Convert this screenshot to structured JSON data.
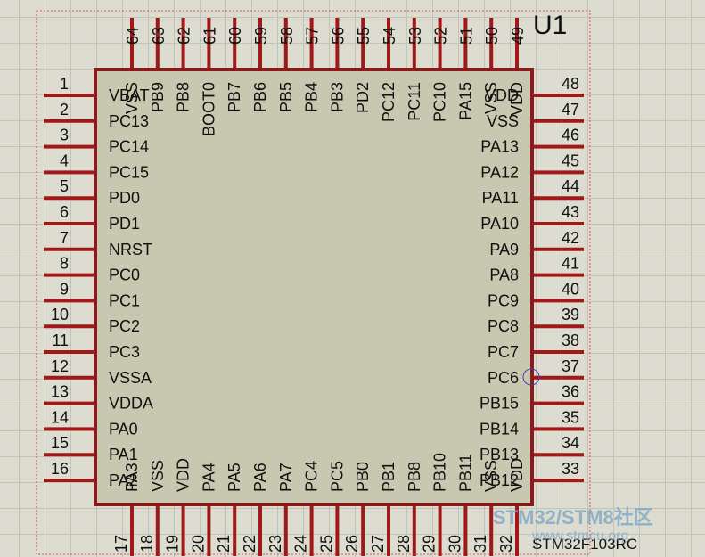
{
  "component": {
    "designator": "U1",
    "part_name": "STM32F103RC"
  },
  "watermark": {
    "brand": "STM32/STM8社区",
    "url": "www.stmcu.org"
  },
  "colors": {
    "background": "#dcdcd0",
    "grid": "#c4c4b4",
    "body_fill": "#c8c8b0",
    "outline": "#8b1a1a",
    "pin": "#a01818",
    "text": "#101010",
    "boundary": "#e05050",
    "watermark": "#7fa7c8",
    "probe_marker": "#4040c0"
  },
  "pins": {
    "left": [
      {
        "num": "1",
        "name": "VBAT"
      },
      {
        "num": "2",
        "name": "PC13"
      },
      {
        "num": "3",
        "name": "PC14"
      },
      {
        "num": "4",
        "name": "PC15"
      },
      {
        "num": "5",
        "name": "PD0"
      },
      {
        "num": "6",
        "name": "PD1"
      },
      {
        "num": "7",
        "name": "NRST"
      },
      {
        "num": "8",
        "name": "PC0"
      },
      {
        "num": "9",
        "name": "PC1"
      },
      {
        "num": "10",
        "name": "PC2"
      },
      {
        "num": "11",
        "name": "PC3"
      },
      {
        "num": "12",
        "name": "VSSA"
      },
      {
        "num": "13",
        "name": "VDDA"
      },
      {
        "num": "14",
        "name": "PA0"
      },
      {
        "num": "15",
        "name": "PA1"
      },
      {
        "num": "16",
        "name": "PA2"
      }
    ],
    "bottom": [
      {
        "num": "17",
        "name": "PA3"
      },
      {
        "num": "18",
        "name": "VSS"
      },
      {
        "num": "19",
        "name": "VDD"
      },
      {
        "num": "20",
        "name": "PA4"
      },
      {
        "num": "21",
        "name": "PA5"
      },
      {
        "num": "22",
        "name": "PA6"
      },
      {
        "num": "23",
        "name": "PA7"
      },
      {
        "num": "24",
        "name": "PC4"
      },
      {
        "num": "25",
        "name": "PC5"
      },
      {
        "num": "26",
        "name": "PB0"
      },
      {
        "num": "27",
        "name": "PB1"
      },
      {
        "num": "28",
        "name": "PB8"
      },
      {
        "num": "29",
        "name": "PB10"
      },
      {
        "num": "30",
        "name": "PB11"
      },
      {
        "num": "31",
        "name": "VSS"
      },
      {
        "num": "32",
        "name": "VDD"
      }
    ],
    "right": [
      {
        "num": "33",
        "name": "PB12"
      },
      {
        "num": "34",
        "name": "PB13"
      },
      {
        "num": "35",
        "name": "PB14"
      },
      {
        "num": "36",
        "name": "PB15"
      },
      {
        "num": "37",
        "name": "PC6"
      },
      {
        "num": "38",
        "name": "PC7"
      },
      {
        "num": "39",
        "name": "PC8"
      },
      {
        "num": "40",
        "name": "PC9"
      },
      {
        "num": "41",
        "name": "PA8"
      },
      {
        "num": "42",
        "name": "PA9"
      },
      {
        "num": "43",
        "name": "PA10"
      },
      {
        "num": "44",
        "name": "PA11"
      },
      {
        "num": "45",
        "name": "PA12"
      },
      {
        "num": "46",
        "name": "PA13"
      },
      {
        "num": "47",
        "name": "VSS"
      },
      {
        "num": "48",
        "name": "VDD"
      }
    ],
    "top": [
      {
        "num": "49",
        "name": "VDD"
      },
      {
        "num": "50",
        "name": "VSS"
      },
      {
        "num": "51",
        "name": "PA15"
      },
      {
        "num": "52",
        "name": "PC10"
      },
      {
        "num": "53",
        "name": "PC11"
      },
      {
        "num": "54",
        "name": "PC12"
      },
      {
        "num": "55",
        "name": "PD2"
      },
      {
        "num": "56",
        "name": "PB3"
      },
      {
        "num": "57",
        "name": "PB4"
      },
      {
        "num": "58",
        "name": "PB5"
      },
      {
        "num": "59",
        "name": "PB6"
      },
      {
        "num": "60",
        "name": "PB7"
      },
      {
        "num": "61",
        "name": "BOOT0"
      },
      {
        "num": "62",
        "name": "PB8"
      },
      {
        "num": "63",
        "name": "PB9"
      },
      {
        "num": "64",
        "name": "VSS"
      }
    ]
  }
}
